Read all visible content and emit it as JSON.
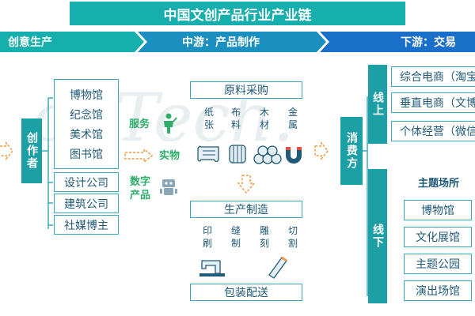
{
  "header": {
    "title": "中国文创产品行业产业链"
  },
  "watermark": "obTech.",
  "stages": {
    "upstream": "创意生产",
    "midstream": "中游：产品制作",
    "downstream": "下游：交易"
  },
  "creators": {
    "label": "创作者",
    "venues": [
      "博物馆",
      "纪念馆",
      "美术馆",
      "图书馆"
    ],
    "others": [
      "设计公司",
      "建筑公司",
      "社媒博主"
    ]
  },
  "product_forms": {
    "service": "服务",
    "physical": "实物",
    "digital": "数字产品"
  },
  "production": {
    "raw_materials": {
      "title": "原料采购",
      "items": [
        "纸张",
        "布料",
        "木材",
        "金属"
      ]
    },
    "manufacturing": {
      "title": "生产制造",
      "items": [
        "印刷",
        "缝制",
        "雕刻",
        "切割"
      ]
    },
    "packaging": "包装配送"
  },
  "consumer": {
    "label": "消费方"
  },
  "online": {
    "label": "线上",
    "channels": [
      "综合电商（淘宝",
      "垂直电商（文博",
      "个体经营（微信"
    ]
  },
  "offline": {
    "label": "线下",
    "heading": "主题场所",
    "venues": [
      "博物馆",
      "文化展馆",
      "主题公园",
      "演出场馆"
    ]
  },
  "colors": {
    "teal": "#1ca0a6",
    "navy": "#1f5a78",
    "blue": "#1a73c9",
    "arrow": "#f2994a",
    "green": "#2eae6a"
  }
}
